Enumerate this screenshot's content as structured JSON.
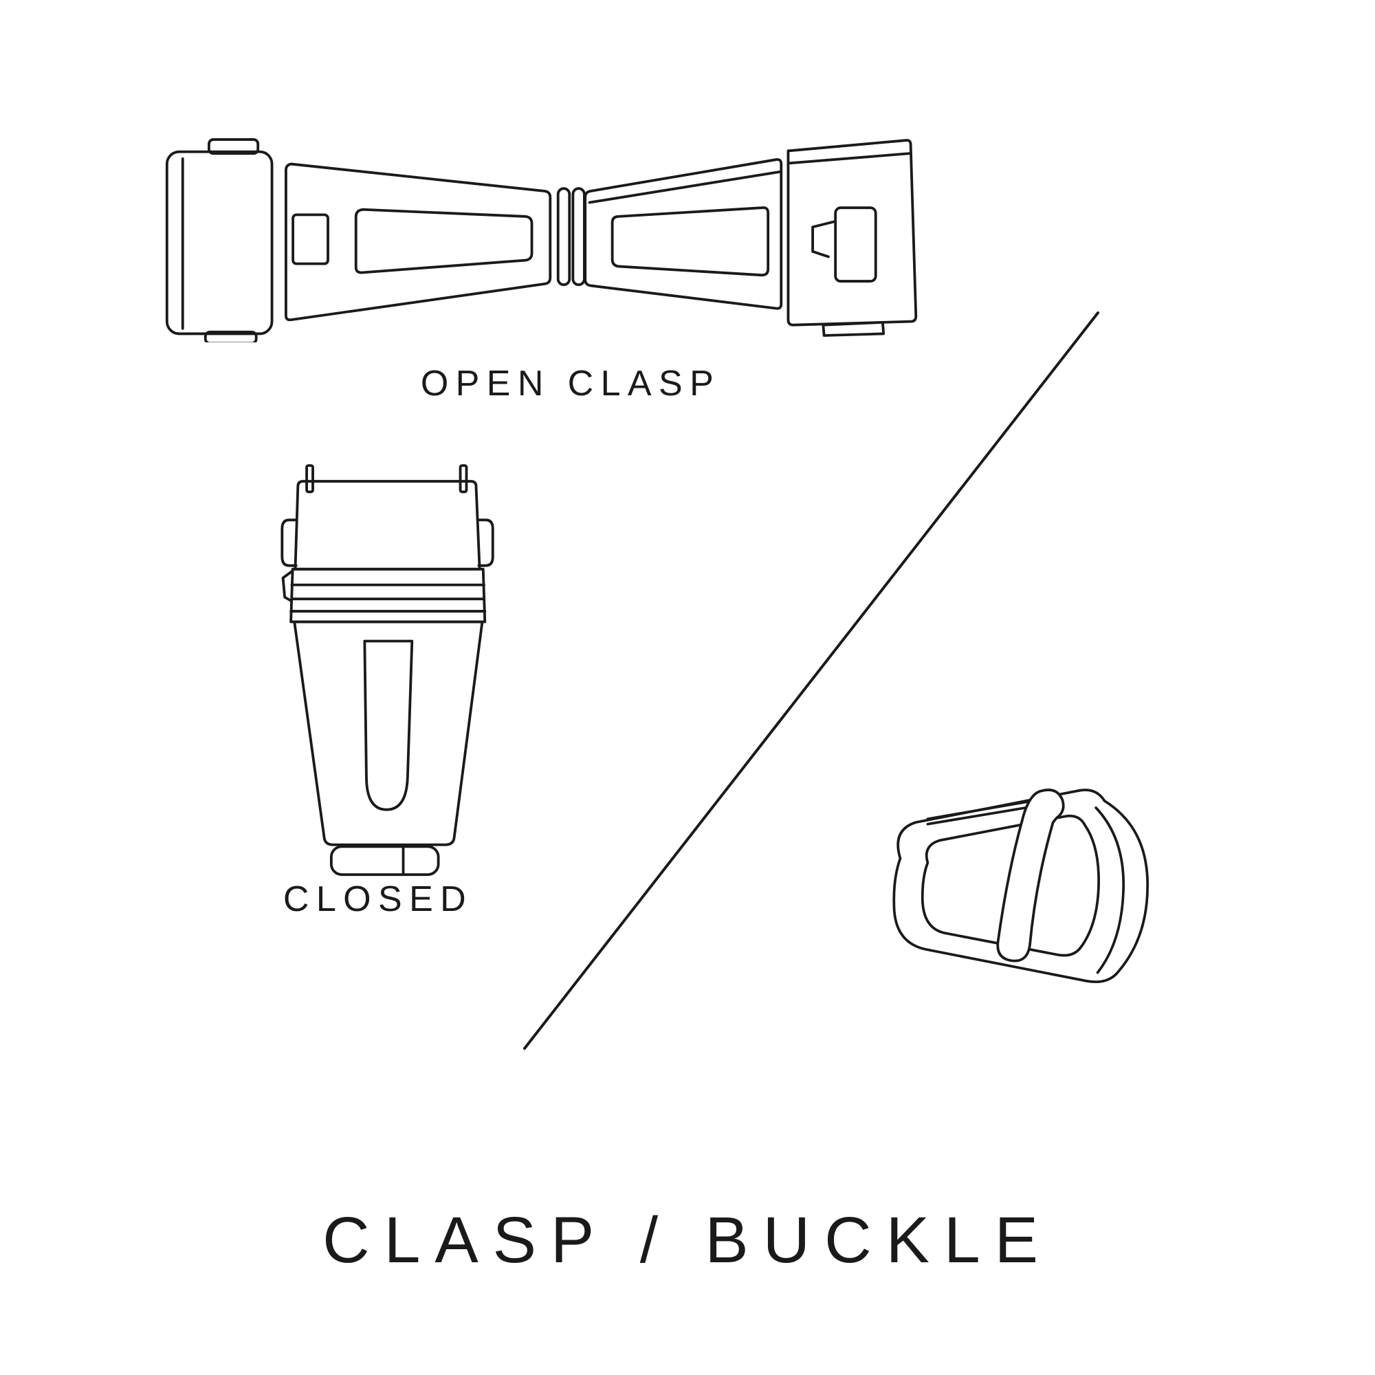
{
  "theme": {
    "background": "#ffffff",
    "line_color": "#1a1a1a",
    "text_color": "#1a1a1a"
  },
  "figure": {
    "open_clasp_label": "OPEN CLASP",
    "closed_label": "CLOSED",
    "title": "CLASP / BUCKLE",
    "illustrations": [
      "open-clasp",
      "closed-clasp",
      "tang-buckle"
    ]
  }
}
